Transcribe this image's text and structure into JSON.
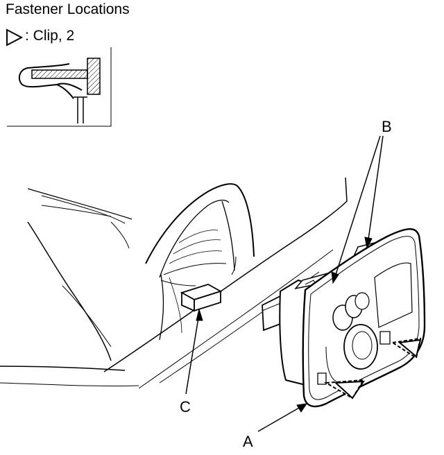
{
  "title": "Fastener Locations",
  "legend": {
    "symbol": "triangle-clip-icon",
    "text": ": Clip, 2"
  },
  "callouts": {
    "a": "A",
    "b": "B",
    "c": "C"
  },
  "colors": {
    "line": "#000000",
    "background": "#ffffff"
  }
}
